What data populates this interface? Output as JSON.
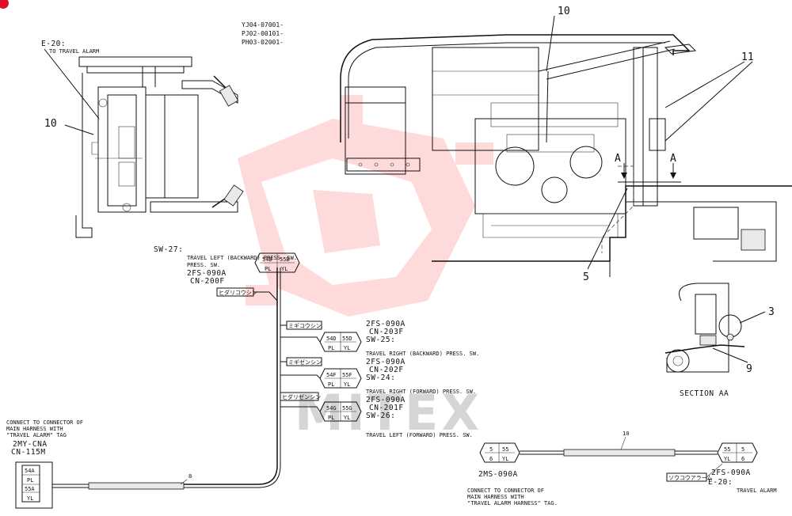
{
  "part_numbers": [
    "YJ04-07001-",
    "PJ02-00101-",
    "PH03-02001-"
  ],
  "top_left": {
    "code": "E-20:",
    "desc": "TO TRAVEL ALARM",
    "callout": "10"
  },
  "engine_callouts": [
    "10",
    "11",
    "5"
  ],
  "section_arrows": [
    "A",
    "A"
  ],
  "section": {
    "title": "SECTION AA",
    "callouts": [
      "3",
      "9"
    ]
  },
  "sensors": [
    {
      "sw": "SW-27:",
      "desc": "TRAVEL LEFT (BACKWARD) PRESS. SW.",
      "part": "2FS-090A",
      "cn": "CN-200F",
      "pins": [
        "54B",
        "55B"
      ],
      "colors": [
        "PL",
        "YL"
      ],
      "tag": "ヒダリコウシン"
    },
    {
      "sw": "SW-25:",
      "desc": "TRAVEL RIGHT (BACKWARD) PRESS. SW.",
      "part": "2FS-090A",
      "cn": "CN-203F",
      "pins": [
        "54D",
        "55D"
      ],
      "colors": [
        "PL",
        "YL"
      ],
      "tag": "ミギコウシン"
    },
    {
      "sw": "SW-24:",
      "desc": "TRAVEL RIGHT (FORWARD) PRESS. SW.",
      "part": "2FS-090A",
      "cn": "CN-202F",
      "pins": [
        "54F",
        "55F"
      ],
      "colors": [
        "PL",
        "YL"
      ],
      "tag": "ミギゼンシン"
    },
    {
      "sw": "SW-26:",
      "desc": "TRAVEL LEFT (FORWARD) PRESS. SW.",
      "part": "2FS-090A",
      "cn": "CN-201F",
      "pins": [
        "54G",
        "55G"
      ],
      "colors": [
        "PL",
        "YL"
      ],
      "tag": "ヒダリゼンシン"
    }
  ],
  "left_connector": {
    "note_lines": [
      "CONNECT TO CONNECTOR OF",
      "MAIN HARNESS WITH",
      "\"TRAVEL ALARM\" TAG"
    ],
    "part": "2MY-CNA",
    "cn": "CN-115M",
    "pins": [
      "54A",
      "PL",
      "55A",
      "YL"
    ],
    "harness_no": "8"
  },
  "bottom_harness": {
    "harness_no": "10",
    "left_pins": [
      "5",
      "55",
      "6",
      "YL"
    ],
    "left_part": "2MS-090A",
    "right_pins": [
      "55",
      "5",
      "YL",
      "6"
    ],
    "right_part": "2FS-090A",
    "right_code": "E-20:",
    "right_desc": "TRAVEL ALARM",
    "tag": "ソウコウアラーム",
    "note_lines": [
      "CONNECT TO CONNECTOR OF",
      "MAIN HARNESS WITH",
      "\"TRAVEL ALARM HARNESS\" TAG."
    ]
  },
  "watermark": "MITEX"
}
